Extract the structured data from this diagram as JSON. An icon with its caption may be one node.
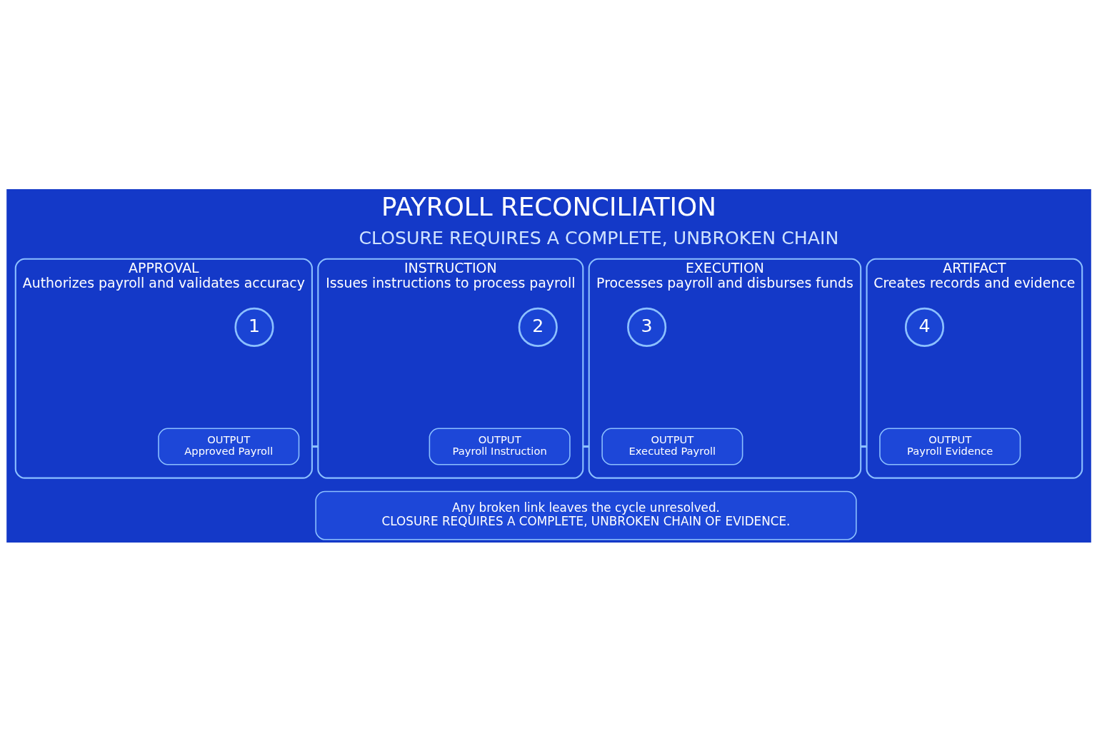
{
  "diagram": {
    "title": "PAYROLL RECONCILIATION",
    "nodes": [
      {
        "text": [
          "APPROVAL",
          "Authorizes payroll and validates accuracy"
        ]
      },
      {
        "text": [
          "1"
        ],
        "in": 0
      },
      {
        "text": [
          "OUTPUT",
          "Approved Payroll"
        ],
        "in": 0
      },
      {
        "text": [
          "INSTRUCTION",
          "Issues instructions to process payroll"
        ]
      },
      {
        "text": [
          "2"
        ],
        "in": 3
      },
      {
        "text": [
          "OUTPUT",
          "Payroll Instruction"
        ],
        "in": 3
      },
      {
        "text": [
          "EXECUTION",
          "Processes payroll and disburses funds"
        ]
      },
      {
        "text": [
          "3"
        ],
        "in": 6
      },
      {
        "text": [
          "OUTPUT",
          "Executed Payroll"
        ],
        "in": 6
      },
      {
        "text": [
          "ARTIFACT",
          "Creates records and evidence"
        ]
      },
      {
        "text": [
          "4"
        ],
        "in": 9
      },
      {
        "text": [
          "OUTPUT",
          "Payroll Evidence"
        ],
        "in": 9
      },
      {
        "text": [
          "Any broken link leaves the cycle unresolved.",
          "CLOSURE REQUIRES A COMPLETE, UNBROKEN CHAIN OF EVIDENCE."
        ]
      }
    ],
    "edges": [
      {
        "from": 0,
        "to": 3,
        "arrow": "none"
      },
      {
        "from": 3,
        "to": 6,
        "arrow": "none"
      },
      {
        "from": 6,
        "to": 9,
        "arrow": "none"
      }
    ],
    "labels": [
      "CLOSURE REQUIRES A COMPLETE, UNBROKEN CHAIN"
    ]
  }
}
